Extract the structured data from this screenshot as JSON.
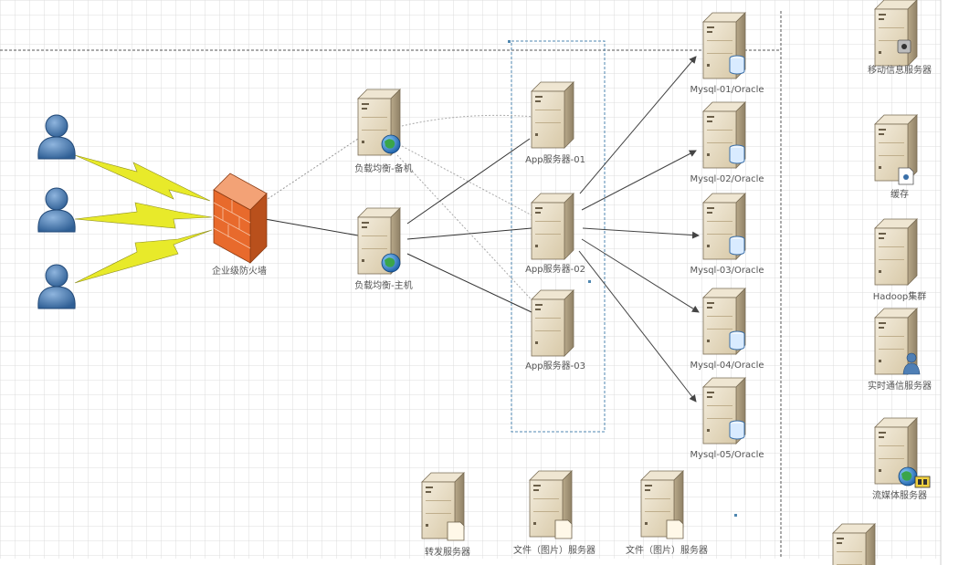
{
  "labels": {
    "firewall": "企业级防火墙",
    "lb_backup": "负载均衡-备机",
    "lb_main": "负载均衡-主机",
    "app1": "App服务器-01",
    "app2": "App服务器-02",
    "app3": "App服务器-03",
    "db1": "Mysql-01/Oracle",
    "db2": "Mysql-02/Oracle",
    "db3": "Mysql-03/Oracle",
    "db4": "Mysql-04/Oracle",
    "db5": "Mysql-05/Oracle",
    "mobile_push": "移动信息服务器",
    "cache": "缓存",
    "hadoop": "Hadoop集群",
    "realtime": "实时通信服务器",
    "streaming": "流媒体服务器",
    "transcode": "转发服务器",
    "file1": "文件（图片）服务器",
    "file2": "文件（图片）服务器"
  },
  "colors": {
    "grid": "#d6d6d6",
    "server_body": "#e7dcc3",
    "server_side": "#b9a98a",
    "firewall": "#e86a2c",
    "user": "#4f7fb5",
    "lightning": "#e8ea2a",
    "selection": "#4f87b0",
    "arrow": "#444444"
  }
}
